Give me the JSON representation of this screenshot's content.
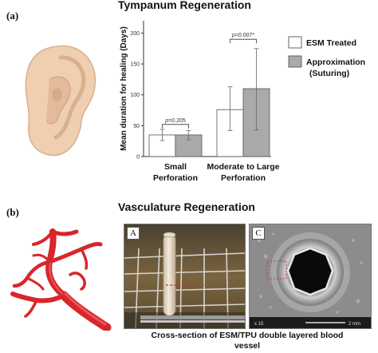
{
  "panel_a": {
    "tag": "(a)",
    "title": "Tympanum Regeneration",
    "icon": "ear-icon"
  },
  "panel_b": {
    "tag": "(b)",
    "title": "Vasculature Regeneration",
    "icon": "blood-vessel-tree-icon",
    "photo_a_label": "A",
    "photo_c_label": "C",
    "scale_text_left": "x 15",
    "scale_text_right": "2 mm",
    "caption_line1": "Cross-section of ESM/TPU double layered blood",
    "caption_line2": "vessel"
  },
  "chart_data": {
    "type": "bar",
    "ylabel": "Mean duration for healing (Days)",
    "ylim": [
      0,
      220
    ],
    "yticks": [
      "0",
      "50",
      "100",
      "150",
      "200"
    ],
    "categories": [
      {
        "line1": "Small",
        "line2": "Perforation"
      },
      {
        "line1": "Moderate to Large",
        "line2": "Perforation"
      }
    ],
    "series": [
      {
        "name": "ESM Treated",
        "color": "#ffffff",
        "stroke": "#555555",
        "values": [
          35,
          76
        ],
        "err_low": [
          26,
          42
        ],
        "err_high": [
          44,
          113
        ]
      },
      {
        "name": "Approximation (Suturing)",
        "name_line1": "Approximation",
        "name_line2": "(Suturing)",
        "color": "#aaaaaa",
        "stroke": "#555555",
        "values": [
          35,
          110
        ],
        "err_low": [
          27,
          43
        ],
        "err_high": [
          42,
          175
        ]
      }
    ],
    "annotations": [
      {
        "text": "p=0.205",
        "category": 0,
        "y": 52
      },
      {
        "text": "p=0.007*",
        "category": 1,
        "y": 190
      }
    ],
    "grid": false,
    "legend_position": "top-right"
  }
}
